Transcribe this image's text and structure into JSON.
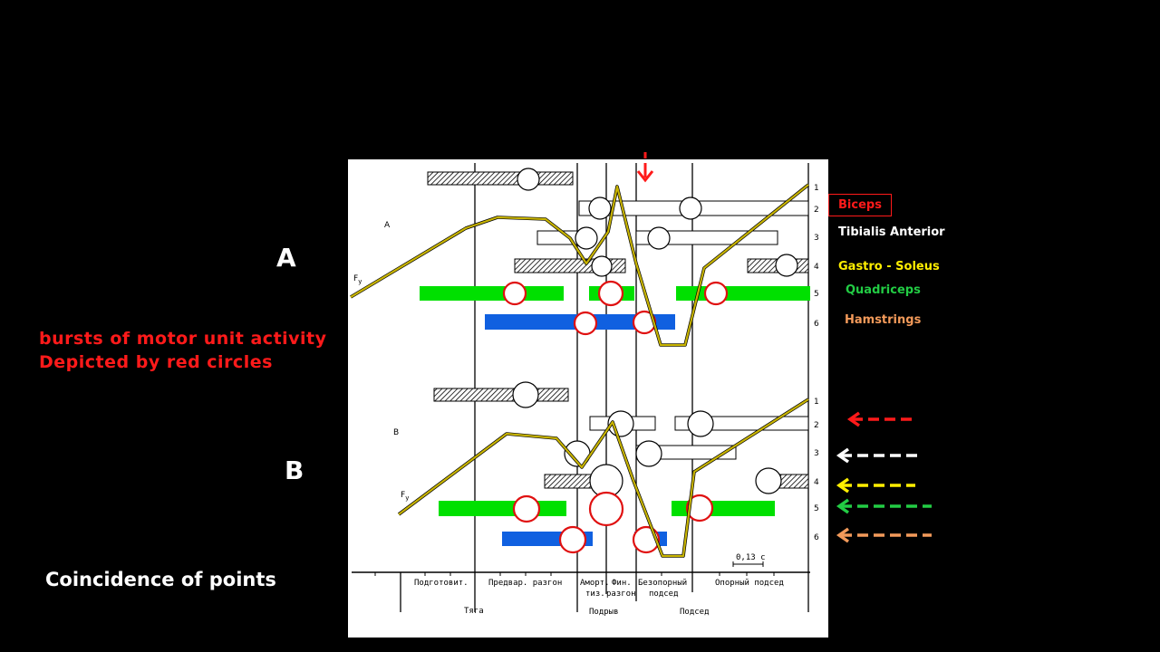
{
  "slide": {
    "label_a": "A",
    "label_b": "B",
    "note_line1": "bursts of motor unit activity",
    "note_line2": "Depicted by red circles",
    "coincidence": "Coincidence of points"
  },
  "legend": {
    "biceps": "Biceps",
    "tibialis": "Tibialis  Anterior",
    "gastro": "Gastro - Soleus",
    "quadriceps": "Quadriceps",
    "hamstrings": "Hamstrings",
    "colors": {
      "biceps": "#ff1a1a",
      "tibialis": "#ffffff",
      "gastro": "#ffee00",
      "quadriceps": "#22cc44",
      "hamstrings": "#f39a5a"
    }
  },
  "figure": {
    "panel_a_label": "A",
    "panel_b_label": "B",
    "force_label": "F",
    "force_sub": "y",
    "row_numbers": [
      "1",
      "2",
      "3",
      "4",
      "5",
      "6"
    ],
    "scale_label": "0,13 c",
    "phases": [
      "Подготовит.",
      "Предвар. разгон",
      "Аморт.",
      "тиз.",
      "Фин.",
      "разгон",
      "Безопорный",
      "подсед",
      "Опорный подсед"
    ],
    "groups": [
      "Тяга",
      "Подрыв",
      "Подсед"
    ],
    "colors": {
      "force_line": "#c8b400",
      "quadriceps_bar": "#00e000",
      "hamstrings_bar": "#1060e0",
      "burst_circle": "#e01010"
    }
  }
}
